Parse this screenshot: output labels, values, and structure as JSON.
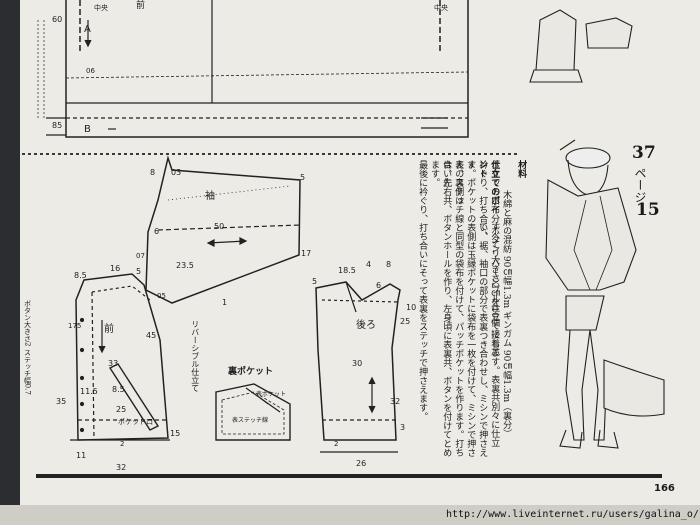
{
  "top_pattern": {
    "front_label": "前",
    "center_left": "中央",
    "center_right": "中央",
    "letter_a": "A",
    "letter_b": "B",
    "dim_60": "60",
    "dim_06": "06",
    "dim_85": "85",
    "seam_note": "ボタン大きさ2 ステッチ幅0.7",
    "seam_values": [
      "0.7",
      "0.7"
    ]
  },
  "sleeve": {
    "label": "袖",
    "dims": {
      "d8": "8",
      "d03": "03",
      "d5": "5",
      "d50": "50",
      "d235": "23.5",
      "d17": "17",
      "d07": "07",
      "d05": "05",
      "d1": "1",
      "d6": "6"
    }
  },
  "front": {
    "label": "前",
    "pocket_label": "ポケット口",
    "dims": {
      "d85": "8.5",
      "d16": "16",
      "d5": "5",
      "d175": "175",
      "d33": "33",
      "d45": "45",
      "d115": "11.5",
      "d85b": "8.5",
      "d25": "25",
      "d35": "35",
      "d11": "11",
      "d32": "32",
      "d15": "15",
      "d2": "2"
    }
  },
  "back": {
    "label": "後ろ",
    "dims": {
      "d185": "18.5",
      "d4": "4",
      "d8": "8",
      "d6": "6",
      "d5": "5",
      "d10": "10",
      "d25": "25",
      "d30": "30",
      "d32": "32",
      "d2": "2",
      "d26": "26",
      "d3": "3"
    }
  },
  "pocket": {
    "title": "裏ポケット",
    "note": "リバーシブル仕立て",
    "stitch": "表ステッチ線",
    "under": "表ポケット"
  },
  "instructions": {
    "materials_heading": "材料",
    "materials_lines": [
      "木綿と麻の混紡 90㎝幅1.3m ギンガム 90㎝幅1.3m（裏分）",
      "ポケット口布分 ボタン 大きさ2㎝を10個 接着芯"
    ],
    "howto_heading": "仕立てのポイント",
    "howto_lines": [
      "すべてリバーシブル仕立てにします。表裏共別々に仕立て、",
      "衿ぐり、打ち合い、裾、袖口の部分で表裏つき合わせし、ミシンで押さえま",
      "す。ポケットの表側は玉縁ポケットに袋布を一枚を付けて、ミシンで押さえ、裏側は",
      "表のステッチ線と同型の袋布を付けて、パッチポケットを作ります。打ち合い先",
      "は、左右共、ボタンホールを作り、左身頃に表裏共、ボタンを付けてとめます。",
      "最後に衿ぐり、打ち合いにそって表裏をステッチで押さえます。"
    ]
  },
  "issue": {
    "number": "37",
    "page_word": "ページ",
    "page_ref": "15"
  },
  "page_number": "166",
  "url": "http://www.liveinternet.ru/users/galina_o/"
}
